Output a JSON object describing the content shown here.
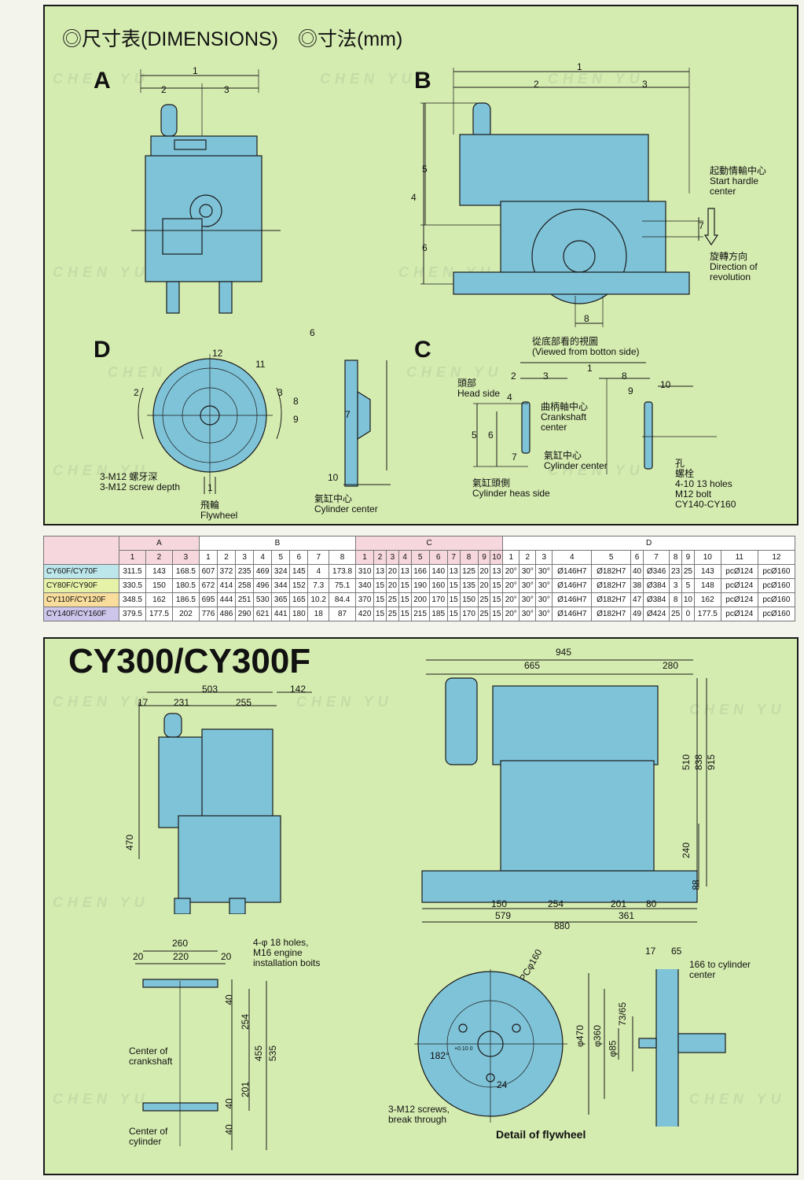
{
  "header": {
    "title": "◎尺寸表(DIMENSIONS)　◎寸法(mm)"
  },
  "watermark": "CHEN YU",
  "top": {
    "A": {
      "letter": "A",
      "dims": [
        "1",
        "2",
        "3"
      ]
    },
    "B": {
      "letter": "B",
      "dims": [
        "1",
        "2",
        "3",
        "4",
        "5",
        "6",
        "7",
        "8"
      ],
      "start_label_cn": "起動情輸中心",
      "start_label_en": "Start hardle center",
      "dir_label_cn": "旋轉方向",
      "dir_label_en": "Direction of revolution"
    },
    "D": {
      "letter": "D",
      "dims": [
        "12",
        "11",
        "2",
        "3",
        "6",
        "7",
        "8",
        "9",
        "1",
        "10"
      ],
      "screw_cn": "3-M12 螺牙深",
      "screw_en": "3-M12 screw depth",
      "flywheel_cn": "飛輪",
      "flywheel_en": "Flywheel",
      "cyl_cn": "氣缸中心",
      "cyl_en": "Cylinder center"
    },
    "C": {
      "letter": "C",
      "dims": [
        "1",
        "2",
        "3",
        "4",
        "5",
        "6",
        "7",
        "8",
        "9",
        "10"
      ],
      "view_cn": "從底部看的視圖",
      "view_en": "(Viewed from botton side)",
      "head_cn": "頭部",
      "head_en": "Head side",
      "crank_cn": "曲柄軸中心",
      "crank_en": "Crankshaft center",
      "cyl_cn": "氣缸中心",
      "cyl_en": "Cylinder center",
      "heas_cn": "氣缸頭側",
      "heas_en": "Cylinder heas side",
      "holes_cn1": "孔",
      "holes_cn2": "螺栓",
      "holes_en1": "4-10 13 holes",
      "holes_en2": "M12 bolt",
      "holes_en3": "CY140-CY160"
    }
  },
  "table": {
    "groups": [
      "A",
      "B",
      "C",
      "D"
    ],
    "subheads": [
      "1",
      "2",
      "3",
      "1",
      "2",
      "3",
      "4",
      "5",
      "6",
      "7",
      "8",
      "1",
      "2",
      "3",
      "4",
      "5",
      "6",
      "7",
      "8",
      "9",
      "10",
      "1",
      "2",
      "3",
      "4",
      "5",
      "6",
      "7",
      "8",
      "9",
      "10",
      "11",
      "12"
    ],
    "rows": [
      {
        "model": "CY60F/CY70F",
        "values": [
          "311.5",
          "143",
          "168.5",
          "607",
          "372",
          "235",
          "469",
          "324",
          "145",
          "4",
          "173.8",
          "310",
          "13",
          "20",
          "13",
          "166",
          "140",
          "13",
          "125",
          "20",
          "13",
          "20°",
          "30°",
          "30°",
          "Ø146H7",
          "Ø182H7",
          "40",
          "Ø346",
          "23",
          "25",
          "143",
          "pcØ124",
          "pcØ160"
        ]
      },
      {
        "model": "CY80F/CY90F",
        "values": [
          "330.5",
          "150",
          "180.5",
          "672",
          "414",
          "258",
          "496",
          "344",
          "152",
          "7.3",
          "75.1",
          "340",
          "15",
          "20",
          "15",
          "190",
          "160",
          "15",
          "135",
          "20",
          "15",
          "20°",
          "30°",
          "30°",
          "Ø146H7",
          "Ø182H7",
          "38",
          "Ø384",
          "3",
          "5",
          "148",
          "pcØ124",
          "pcØ160"
        ]
      },
      {
        "model": "CY110F/CY120F",
        "values": [
          "348.5",
          "162",
          "186.5",
          "695",
          "444",
          "251",
          "530",
          "365",
          "165",
          "10.2",
          "84.4",
          "370",
          "15",
          "25",
          "15",
          "200",
          "170",
          "15",
          "150",
          "25",
          "15",
          "20°",
          "30°",
          "30°",
          "Ø146H7",
          "Ø182H7",
          "47",
          "Ø384",
          "8",
          "10",
          "162",
          "pcØ124",
          "pcØ160"
        ]
      },
      {
        "model": "CY140F/CY160F",
        "values": [
          "379.5",
          "177.5",
          "202",
          "776",
          "486",
          "290",
          "621",
          "441",
          "180",
          "18",
          "87",
          "420",
          "15",
          "25",
          "15",
          "215",
          "185",
          "15",
          "170",
          "25",
          "15",
          "20°",
          "30°",
          "30°",
          "Ø146H7",
          "Ø182H7",
          "49",
          "Ø424",
          "25",
          "0",
          "177.5",
          "pcØ124",
          "pcØ160"
        ]
      }
    ]
  },
  "bottom": {
    "title": "CY300/CY300F",
    "left_dims": {
      "d503": "503",
      "d142": "142",
      "d17": "17",
      "d231": "231",
      "d255": "255",
      "d470": "470"
    },
    "right_dims": {
      "d945": "945",
      "d665": "665",
      "d280": "280",
      "d510": "510",
      "d838": "838",
      "d915": "915",
      "d240": "240",
      "d88": "88",
      "d150": "150",
      "d254": "254",
      "d201": "201",
      "d80": "80",
      "d579": "579",
      "d361": "361",
      "d880": "880"
    },
    "base": {
      "d260": "260",
      "d20a": "20",
      "d220": "220",
      "d20b": "20",
      "holes1": "4-φ 18 holes,",
      "holes2": "M16 engine",
      "holes3": "installation boits",
      "d40a": "40",
      "d254": "254",
      "d455": "455",
      "d535": "535",
      "d201": "201",
      "d40b": "40",
      "d40c": "40",
      "crank1": "Center of",
      "crank2": "crankshaft",
      "cyl1": "Center of",
      "cyl2": "cylinder"
    },
    "flywheel": {
      "pc": "PCφ160",
      "ang": "182°",
      "tol": "+0.10 0",
      "d24": "24",
      "screw1": "3-M12 screws,",
      "screw2": "break through",
      "caption": "Detail of flywheel",
      "d470": "φ470",
      "d360": "φ360",
      "d85": "φ85",
      "d7365": "73/65",
      "d17": "17",
      "d65": "65",
      "cyl1": "166 to cylinder",
      "cyl2": "center"
    }
  }
}
